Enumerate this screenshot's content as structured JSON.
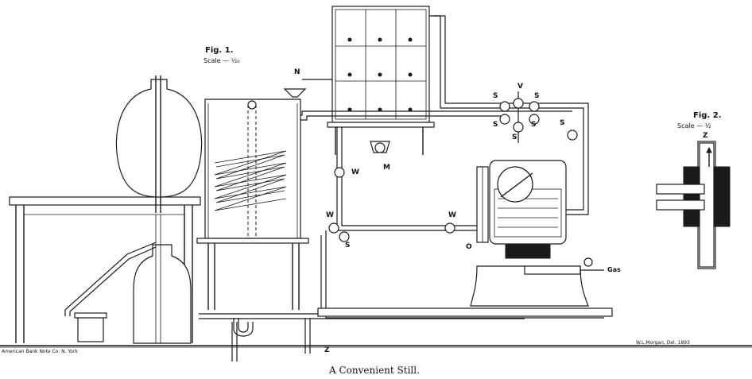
{
  "caption": "A Convenient Still.",
  "fig1": {
    "title": "Fig. 1.",
    "scale": "Scale — ¹⁄₂₀"
  },
  "fig2": {
    "title": "Fig. 2.",
    "scale": "Scale — ½"
  },
  "credits": {
    "left": "American Bank Note Co. N. York",
    "right": "W.L.Morgan, Del. 1893"
  },
  "letters": {
    "N": "N",
    "V": "V",
    "M": "M",
    "O": "O",
    "Z": "Z",
    "W1": "W",
    "W2": "W",
    "W3": "W",
    "S1": "S",
    "S2": "S",
    "S3": "S",
    "S4": "S",
    "S5": "S",
    "S6": "S",
    "S7": "S",
    "Z2": "Z",
    "gas": "Gas"
  }
}
